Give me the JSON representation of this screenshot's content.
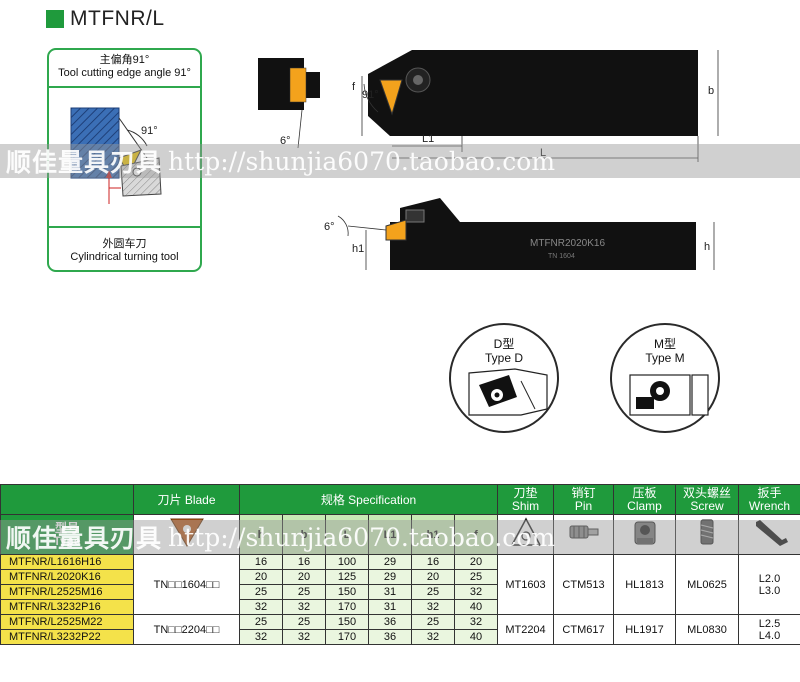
{
  "heading": {
    "title": "MTFNR/L",
    "accent": "#1f9a3c"
  },
  "small_diagram": {
    "angle_cn": "主偏角91°",
    "angle_en": "Tool cutting edge angle 91°",
    "angle_mark": "91°",
    "tool_cn": "外圆车刀",
    "tool_en": "Cylindrical turning tool"
  },
  "drawings": {
    "top_labels": {
      "f": "f",
      "angle91": "91°",
      "angle6": "6°",
      "L1": "L1",
      "L": "L",
      "b": "b"
    },
    "side_labels": {
      "angle6": "6°",
      "h1": "h1",
      "h": "h",
      "engraving": "MTFNR2020K16",
      "engraving_small": "TN 1604"
    }
  },
  "types": [
    {
      "cn": "D型",
      "en": "Type D"
    },
    {
      "cn": "M型",
      "en": "Type M"
    }
  ],
  "watermark": {
    "cn": "顺佳量具刃具",
    "url": "http://shunjia6070.taobao.com"
  },
  "table": {
    "type_cn": "型号",
    "type_en": "Type",
    "blade_header": "刀片 Blade",
    "spec_header": "规格 Specification",
    "columns": [
      {
        "cn": "刀垫",
        "en": "Shim"
      },
      {
        "cn": "销钉",
        "en": "Pin"
      },
      {
        "cn": "压板",
        "en": "Clamp"
      },
      {
        "cn": "双头螺丝",
        "en": "Screw"
      },
      {
        "cn": "扳手",
        "en": "Wrench"
      }
    ],
    "spec_columns": [
      "h",
      "b",
      "L",
      "L1",
      "h1",
      "f"
    ],
    "groups": [
      {
        "blade": "TN□□1604□□",
        "shim": "MT1603",
        "pin": "CTM513",
        "clamp": "HL1813",
        "screw": "ML0625",
        "wrench_line1": "L2.0",
        "wrench_line2": "L3.0",
        "rows": [
          {
            "model": "MTFNR/L1616H16",
            "values": [
              "16",
              "16",
              "100",
              "29",
              "16",
              "20"
            ]
          },
          {
            "model": "MTFNR/L2020K16",
            "values": [
              "20",
              "20",
              "125",
              "29",
              "20",
              "25"
            ]
          },
          {
            "model": "MTFNR/L2525M16",
            "values": [
              "25",
              "25",
              "150",
              "31",
              "25",
              "32"
            ]
          },
          {
            "model": "MTFNR/L3232P16",
            "values": [
              "32",
              "32",
              "170",
              "31",
              "32",
              "40"
            ]
          }
        ]
      },
      {
        "blade": "TN□□2204□□",
        "shim": "MT2204",
        "pin": "CTM617",
        "clamp": "HL1917",
        "screw": "ML0830",
        "wrench_line1": "L2.5",
        "wrench_line2": "L4.0",
        "rows": [
          {
            "model": "MTFNR/L2525M22",
            "values": [
              "25",
              "25",
              "150",
              "36",
              "25",
              "32"
            ]
          },
          {
            "model": "MTFNR/L3232P22",
            "values": [
              "32",
              "32",
              "170",
              "36",
              "32",
              "40"
            ]
          }
        ]
      }
    ]
  },
  "colors": {
    "header_green": "#1f9a3c",
    "light_green": "#c9e9b6",
    "model_yellow": "#f4e24a",
    "insert_orange": "#f3a21c"
  }
}
